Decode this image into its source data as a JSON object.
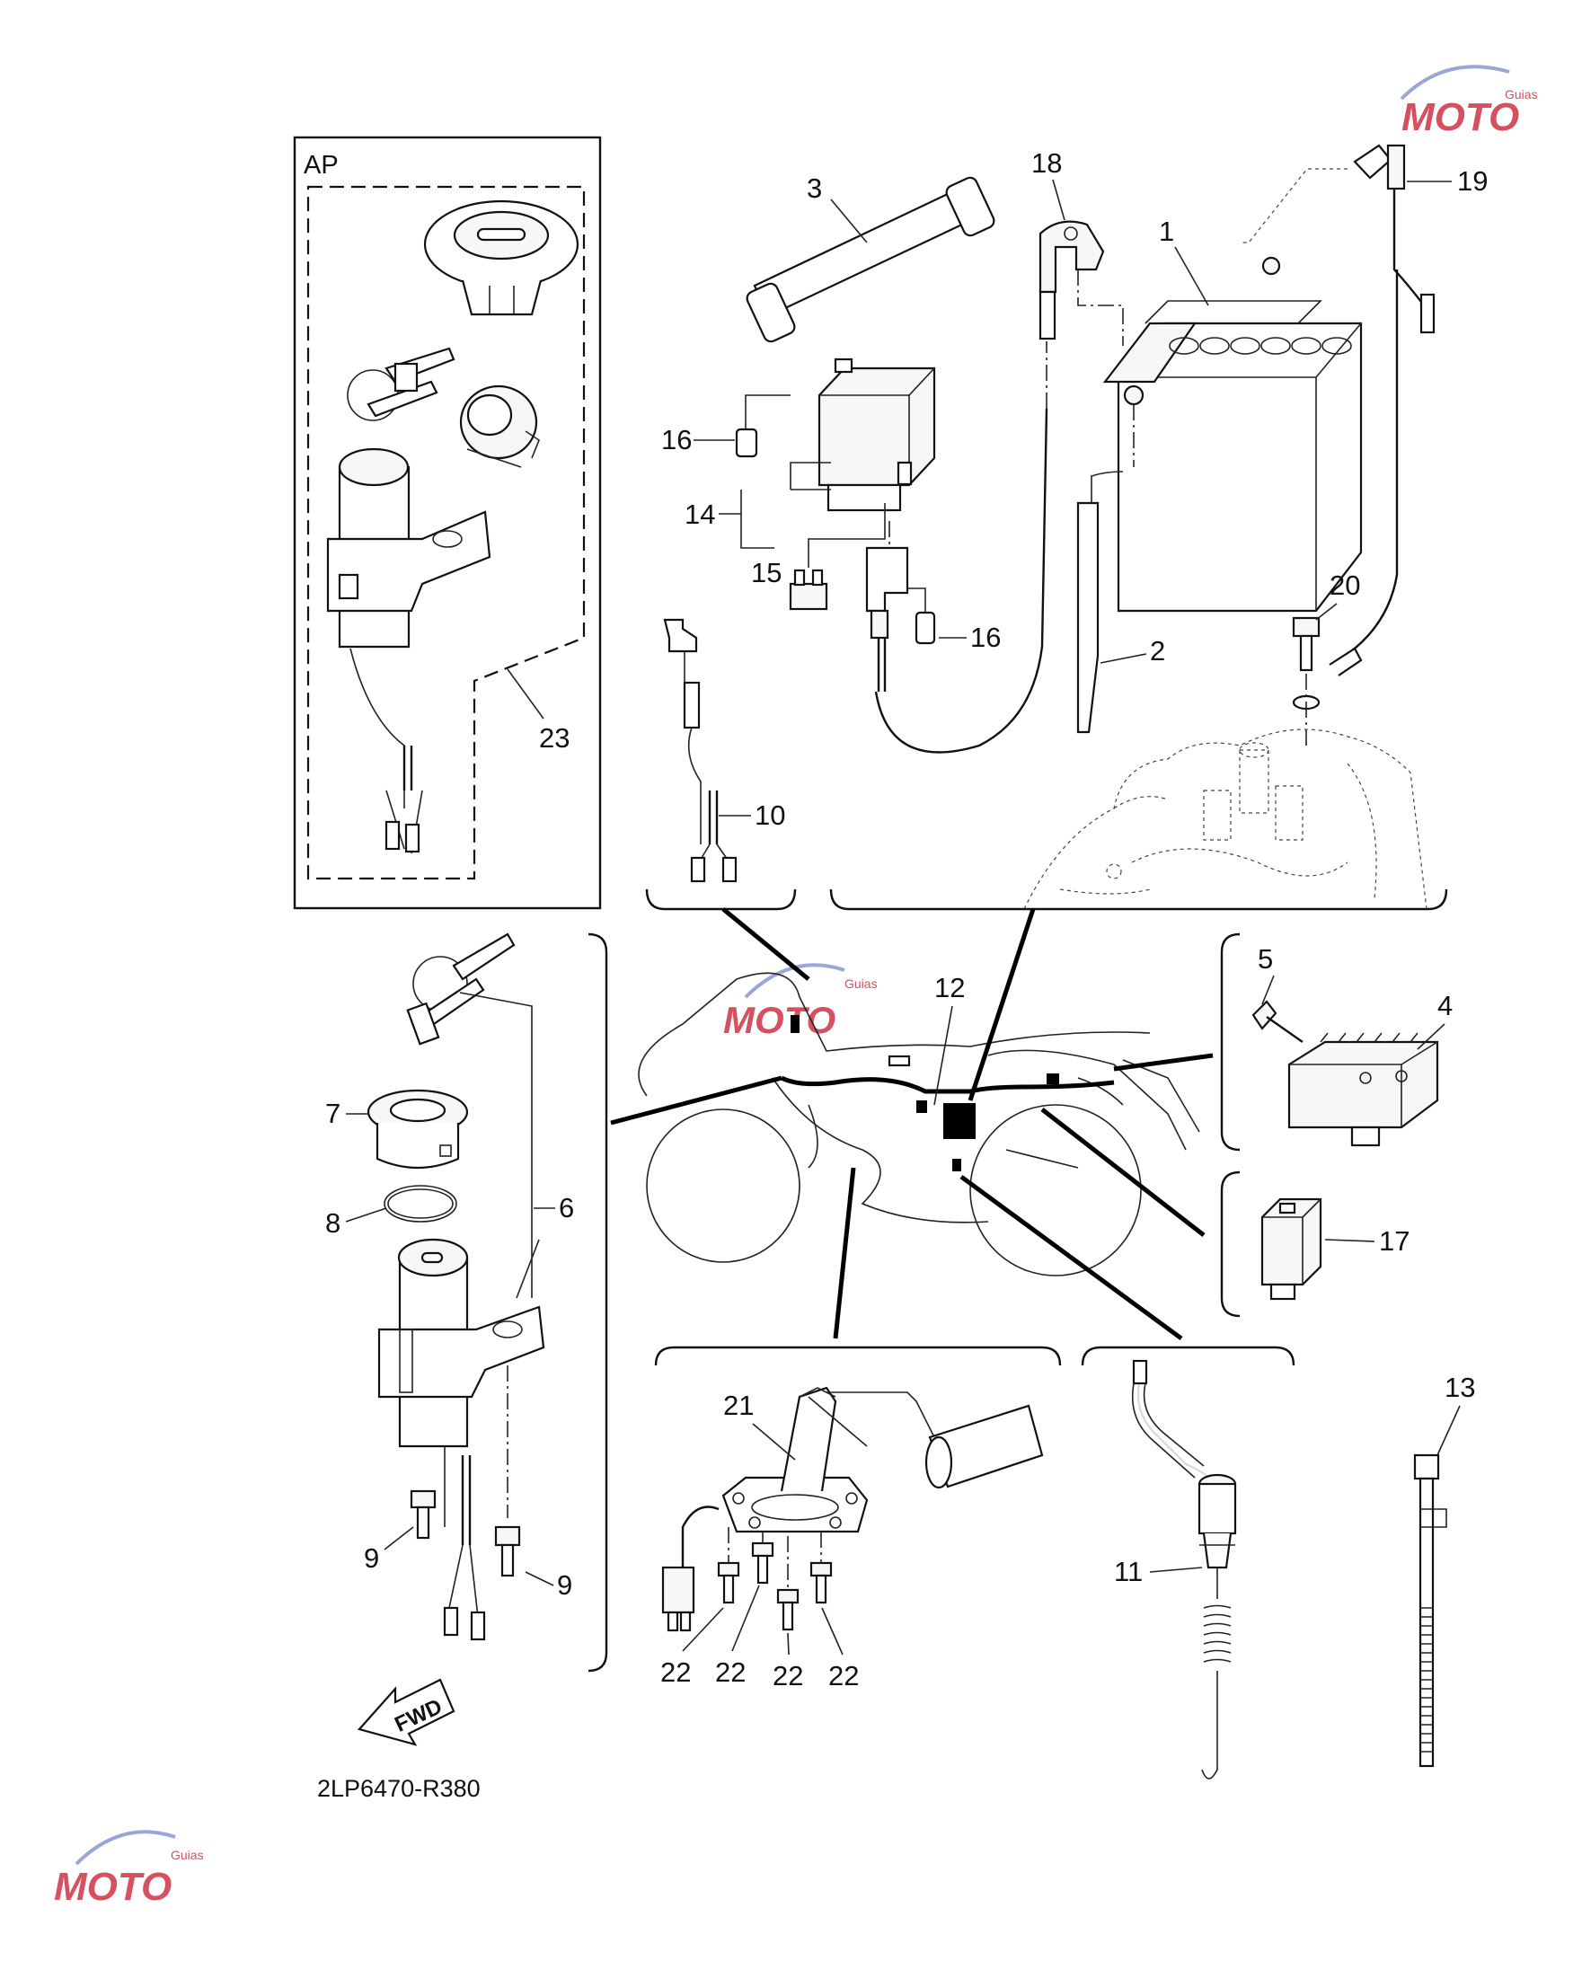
{
  "ap_label": "AP",
  "diagram_code": "2LP6470-R380",
  "fwd_label": "FWD",
  "watermark": {
    "brand": "MOTO",
    "sub": "Guias",
    "color": "#d65060"
  },
  "callouts": {
    "c1": "1",
    "c2": "2",
    "c3": "3",
    "c4": "4",
    "c5": "5",
    "c6": "6",
    "c7": "7",
    "c8": "8",
    "c9a": "9",
    "c9b": "9",
    "c10": "10",
    "c11": "11",
    "c12": "12",
    "c13": "13",
    "c14": "14",
    "c15": "15",
    "c16a": "16",
    "c16b": "16",
    "c17": "17",
    "c18": "18",
    "c19": "19",
    "c20": "20",
    "c21": "21",
    "c22a": "22",
    "c22b": "22",
    "c22c": "22",
    "c22d": "22",
    "c23": "23"
  }
}
